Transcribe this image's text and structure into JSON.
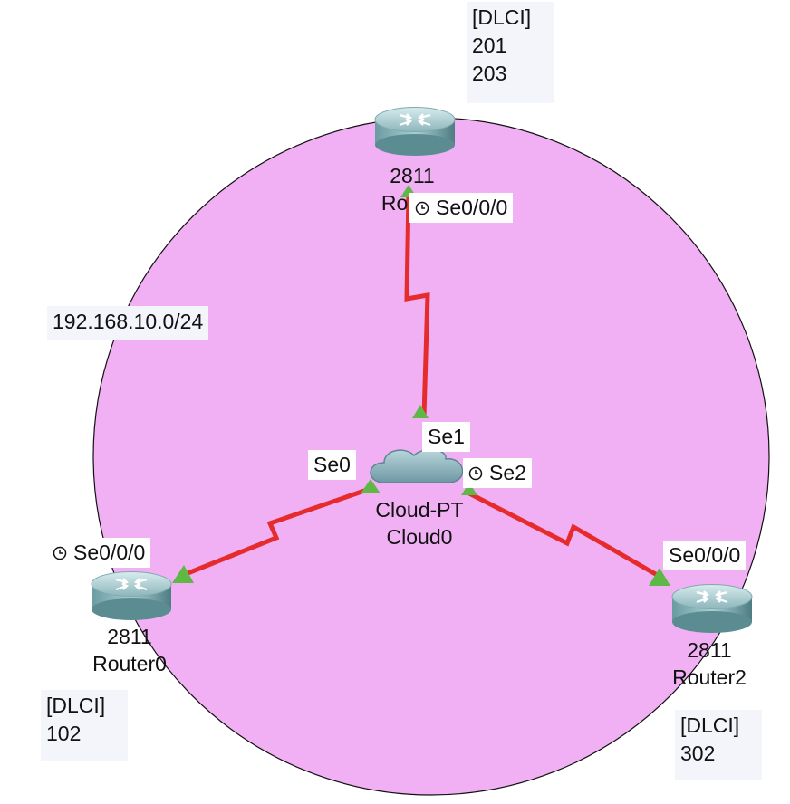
{
  "colors": {
    "network_area": "#f1b0f4",
    "link": "#e52b2b",
    "link_end": "#5fb745"
  },
  "network": {
    "subnet": "192.168.10.0/24"
  },
  "routers": {
    "top": {
      "model": "2811",
      "name": "Rou",
      "dlci_title": "[DLCI]",
      "dlci": [
        "201",
        "203"
      ]
    },
    "left": {
      "model": "2811",
      "name": "Router0",
      "dlci_title": "[DLCI]",
      "dlci": [
        "102"
      ]
    },
    "right": {
      "model": "2811",
      "name": "Router2",
      "dlci_title": "[DLCI]",
      "dlci": [
        "302"
      ]
    }
  },
  "cloud": {
    "type": "Cloud-PT",
    "name": "Cloud0"
  },
  "ports": {
    "top_router": "Se0/0/0",
    "left_router": "Se0/0/0",
    "right_router": "Se0/0/0",
    "cloud_se0": "Se0",
    "cloud_se1": "Se1",
    "cloud_se2": "Se2"
  },
  "icons": {
    "router": "router-icon",
    "cloud": "cloud-icon",
    "clock": "clock-icon"
  }
}
